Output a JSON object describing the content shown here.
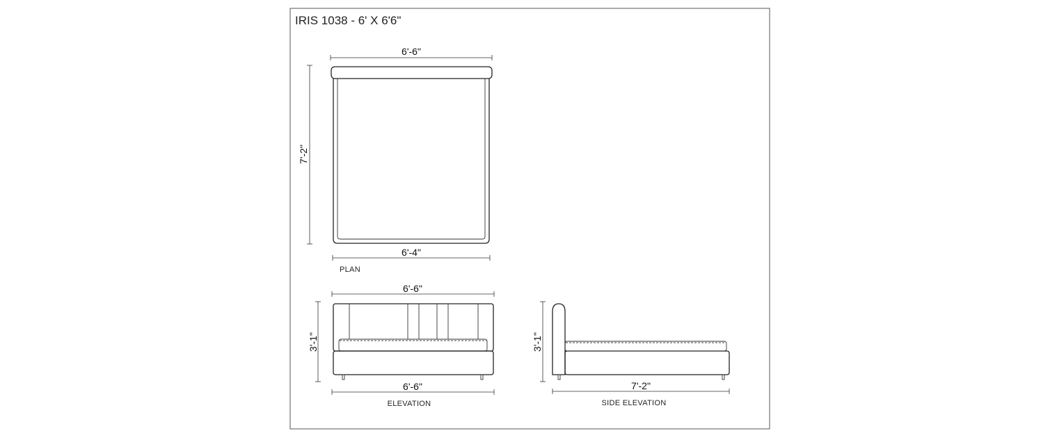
{
  "title": "IRIS 1038 - 6' X 6'6\"",
  "plan": {
    "top_width": "6'-6\"",
    "bottom_width": "6'-4\"",
    "length": "7'-2\"",
    "label": "PLAN"
  },
  "elevation": {
    "top_width": "6'-6\"",
    "bottom_width": "6'-6\"",
    "height": "3'-1\"",
    "label": "ELEVATION"
  },
  "side_elevation": {
    "height": "3'-1\"",
    "length": "7'-2\"",
    "label": "SIDE ELEVATION"
  }
}
